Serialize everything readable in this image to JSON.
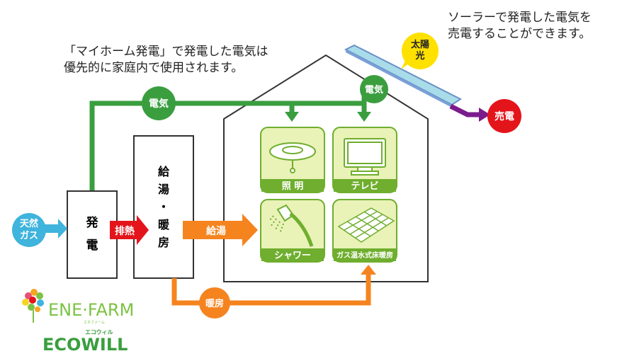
{
  "notes": {
    "solar_line1": "ソーラーで発電した電気を",
    "solar_line2": "売電することができます。",
    "home_line1": "「マイホーム発電」で発電した電気は",
    "home_line2": "優先的に家庭内で使用されます。"
  },
  "labels": {
    "sun": "太陽光",
    "sun_line1": "太陽",
    "sun_line2": "光",
    "electricity": "電気",
    "electricity_roof": "電気",
    "sell_power": "売電",
    "gas_line1": "天然",
    "gas_line2": "ガス",
    "generation_line1": "発",
    "generation_line2": "電",
    "exhaust_heat": "排熱",
    "hotwater_line1": "給",
    "hotwater_line2": "湯",
    "hotwater_line3": "・",
    "hotwater_line4": "暖",
    "hotwater_line5": "房",
    "hot_water": "給湯",
    "heating": "暖房"
  },
  "appliances": {
    "lighting": "照 明",
    "tv": "テレビ",
    "shower": "シャワー",
    "floor_heating": "ガス温水式床暖房"
  },
  "brands": {
    "enefarm": "ENE·FARM",
    "enefarm_kana": "エネファーム",
    "ecowill": "ECOWILL",
    "ecowill_kana": "エコウィル"
  },
  "colors": {
    "green": "#3a9e3f",
    "orange": "#f5841f",
    "red": "#e4141b",
    "blue": "#3fb4dc",
    "purple": "#7b1c8c",
    "panel_fill": "#e9f2b7",
    "panel_label": "#6fae2e"
  }
}
